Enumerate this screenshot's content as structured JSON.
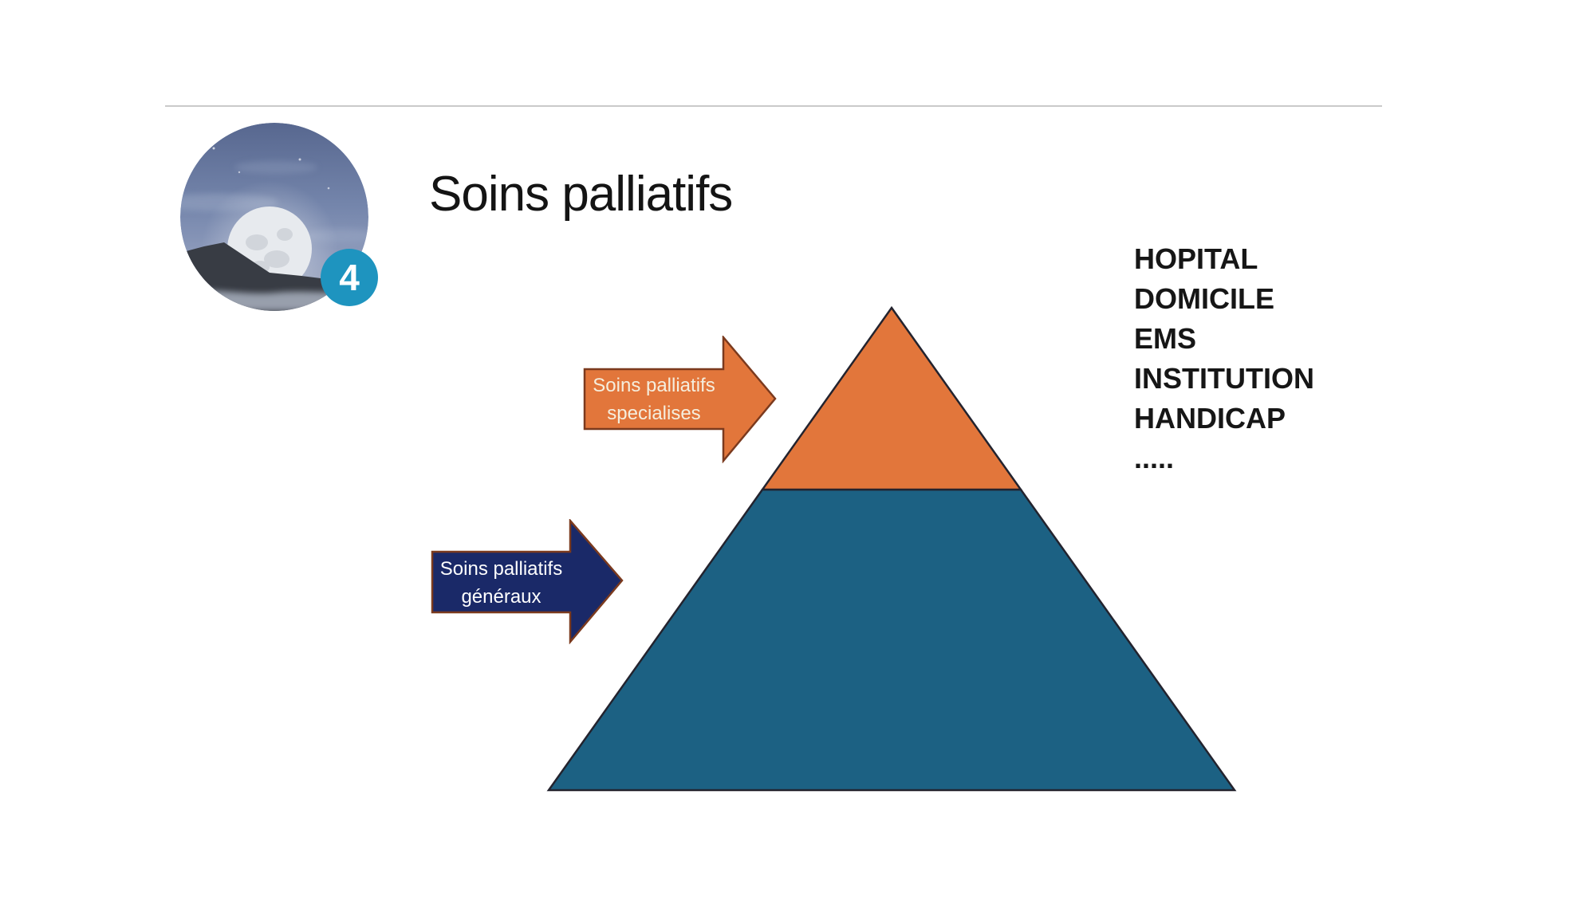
{
  "slide": {
    "title": "Soins palliatifs",
    "page_badge": "4"
  },
  "labels": {
    "specialized": {
      "line1": "Soins palliatifs",
      "line2": "specialises"
    },
    "general": {
      "line1": "Soins palliatifs",
      "line2": "généraux"
    }
  },
  "care_settings": {
    "items": [
      "HOPITAL",
      "DOMICILE",
      "EMS",
      "INSTITUTION",
      "HANDICAP",
      "....."
    ]
  },
  "icons": {
    "photo": "moon-over-mountains-photo"
  },
  "colors": {
    "pyramid_top": "#e2763b",
    "pyramid_base": "#1c6183",
    "arrow_specialized_fill": "#e2763b",
    "arrow_general_fill": "#1a2968",
    "arrow_border": "#7b3a1e",
    "shape_outline": "#23232e",
    "badge": "#1e94bf",
    "divider": "#cacaca"
  }
}
